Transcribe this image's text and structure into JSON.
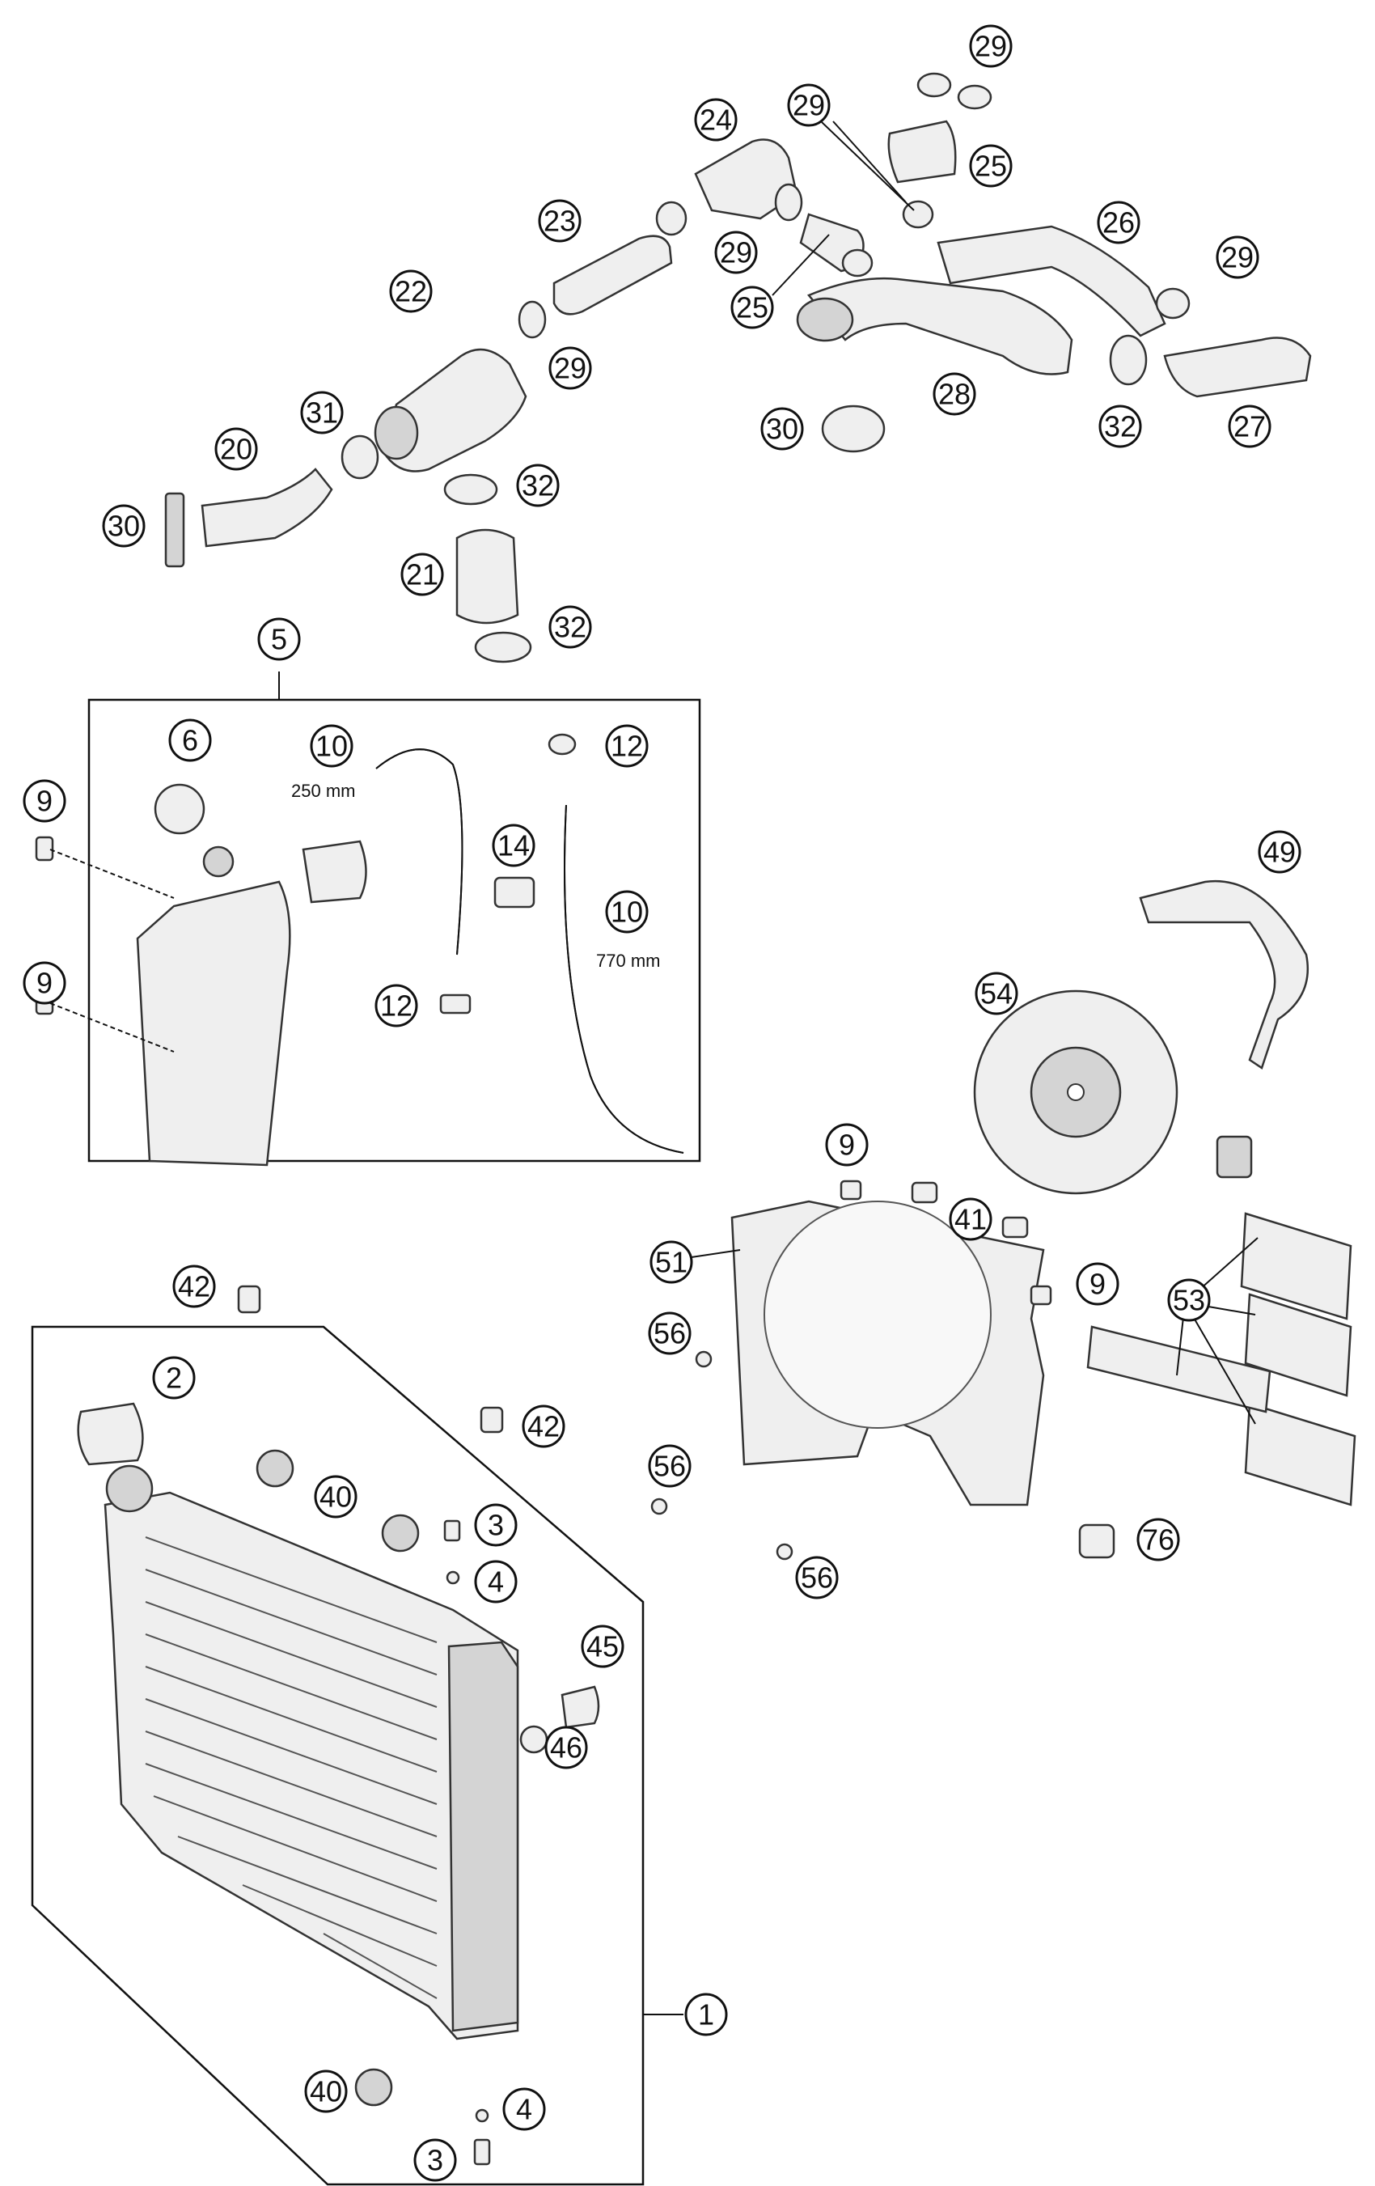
{
  "callouts": {
    "c29a": "29",
    "c29b": "29",
    "c29c": "29",
    "c29d": "29",
    "c29e": "29",
    "c25a": "25",
    "c25b": "25",
    "c24": "24",
    "c23": "23",
    "c26": "26",
    "c22": "22",
    "c28": "28",
    "c31": "31",
    "c20": "20",
    "c30a": "30",
    "c30b": "30",
    "c32a": "32",
    "c32b": "32",
    "c32c": "32",
    "c27": "27",
    "c21": "21",
    "c5": "5",
    "c6": "6",
    "c10a": "10",
    "c10b": "10",
    "c12a": "12",
    "c12b": "12",
    "c14": "14",
    "c9a": "9",
    "c9b": "9",
    "c9c": "9",
    "c9d": "9",
    "c49": "49",
    "c54": "54",
    "c41": "41",
    "c51": "51",
    "c53": "53",
    "c42a": "42",
    "c42b": "42",
    "c2": "2",
    "c56a": "56",
    "c56b": "56",
    "c56c": "56",
    "c40a": "40",
    "c40b": "40",
    "c3a": "3",
    "c3b": "3",
    "c4a": "4",
    "c4b": "4",
    "c76": "76",
    "c45": "45",
    "c46": "46",
    "c1": "1"
  },
  "dimensions": {
    "hose_short": "250 mm",
    "hose_long": "770 mm"
  },
  "colors": {
    "line": "#111111",
    "part_fill": "#efefef",
    "background": "#ffffff"
  }
}
